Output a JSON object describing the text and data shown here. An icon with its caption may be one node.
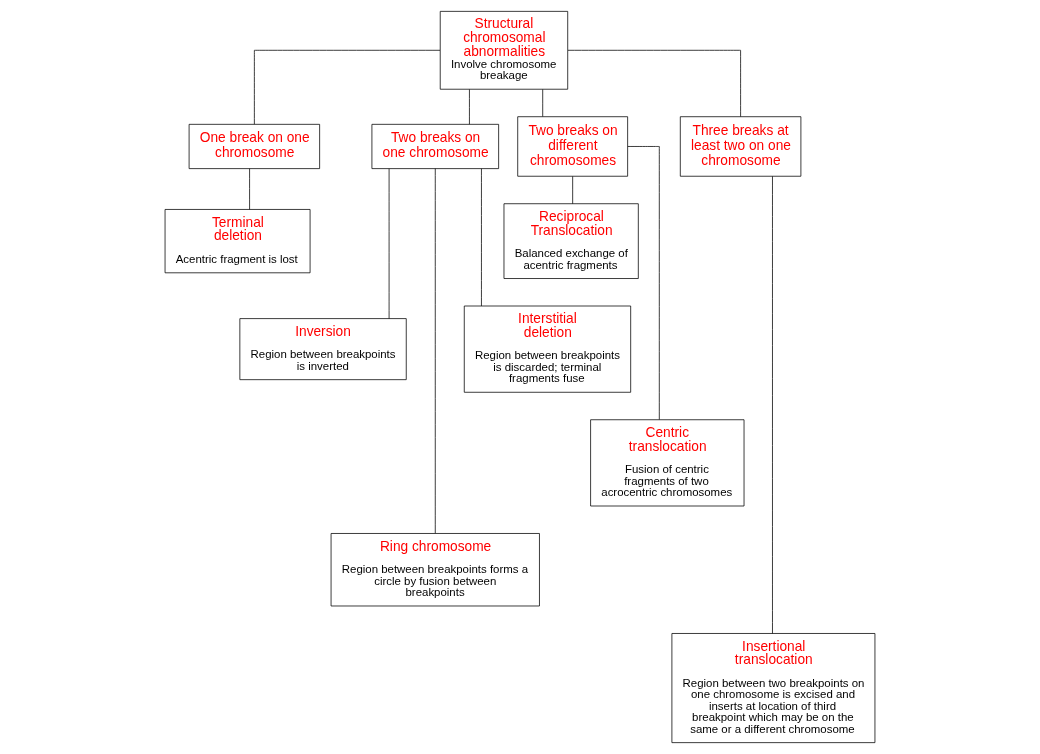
{
  "diagram": {
    "nodes": [
      {
        "text": [
          "Structural chromosomal abnormalities",
          "Involve chromosome breakage"
        ]
      },
      {
        "text": [
          "One break on one chromosome"
        ]
      },
      {
        "text": [
          "Terminal deletion",
          "Acentric fragment is lost"
        ]
      },
      {
        "text": [
          "Two breaks on one chromosome"
        ]
      },
      {
        "text": [
          "Inversion",
          "Region between breakpoints is inverted"
        ]
      },
      {
        "text": [
          "Ring chromosome",
          "Region between breakpoints forms a circle by fusion between breakpoints"
        ]
      },
      {
        "text": [
          "Interstitial deletion",
          "Region between breakpoints is discarded; terminal fragments fuse"
        ]
      },
      {
        "text": [
          "Two breaks on different chromosomes"
        ]
      },
      {
        "text": [
          "Reciprocal Translocation",
          "Balanced exchange of acentric fragments"
        ]
      },
      {
        "text": [
          "Centric translocation",
          "Fusion of centric fragments of two acrocentric chromosomes"
        ]
      },
      {
        "text": [
          "Three breaks at least two on one chromosome"
        ]
      },
      {
        "text": [
          "Insertional translocation",
          "Region between two breakpoints on one chromosome is excised and inserts at location of third breakpoint which may be on the same or a different chromosome"
        ]
      }
    ],
    "edges": [
      {
        "from": 0,
        "to": 1,
        "arrow": "none"
      },
      {
        "from": 0,
        "to": 3,
        "arrow": "none"
      },
      {
        "from": 0,
        "to": 7,
        "arrow": "none"
      },
      {
        "from": 0,
        "to": 10,
        "arrow": "none"
      },
      {
        "from": 1,
        "to": 2,
        "arrow": "none"
      },
      {
        "from": 3,
        "to": 4,
        "arrow": "none"
      },
      {
        "from": 3,
        "to": 5,
        "arrow": "none"
      },
      {
        "from": 3,
        "to": 6,
        "arrow": "none"
      },
      {
        "from": 7,
        "to": 8,
        "arrow": "none"
      },
      {
        "from": 7,
        "to": 9,
        "arrow": "none"
      },
      {
        "from": 10,
        "to": 11,
        "arrow": "none"
      }
    ]
  }
}
